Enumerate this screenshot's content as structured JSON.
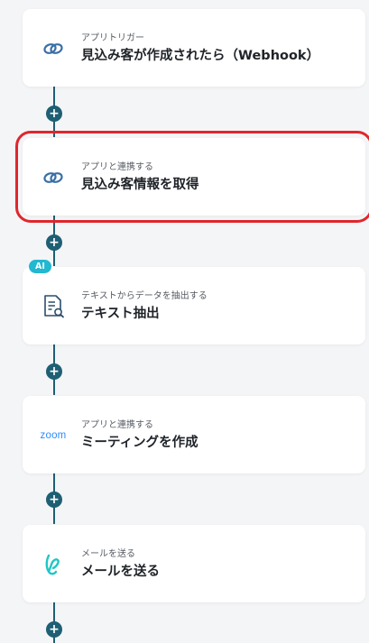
{
  "flow": {
    "steps": [
      {
        "category": "アプリトリガー",
        "title": "見込み客が作成されたら（Webhook）",
        "icon": "hubspot-link-icon",
        "badge": ""
      },
      {
        "category": "アプリと連携する",
        "title": "見込み客情報を取得",
        "icon": "hubspot-link-icon",
        "badge": "",
        "highlighted": true
      },
      {
        "category": "テキストからデータを抽出する",
        "title": "テキスト抽出",
        "icon": "document-search-icon",
        "badge": "AI"
      },
      {
        "category": "アプリと連携する",
        "title": "ミーティングを作成",
        "icon": "zoom-logo-icon",
        "badge": "",
        "logo_text": "zoom"
      },
      {
        "category": "メールを送る",
        "title": "メールを送る",
        "icon": "mail-logo-icon",
        "badge": ""
      }
    ],
    "add_label": "+"
  },
  "colors": {
    "connector": "#1e5f74",
    "highlight": "#e0262c",
    "ai_badge": "#21b8d1",
    "zoom": "#2d8cff",
    "mail_icon": "#1ec7c7",
    "link_icon": "#3b6fa6"
  }
}
